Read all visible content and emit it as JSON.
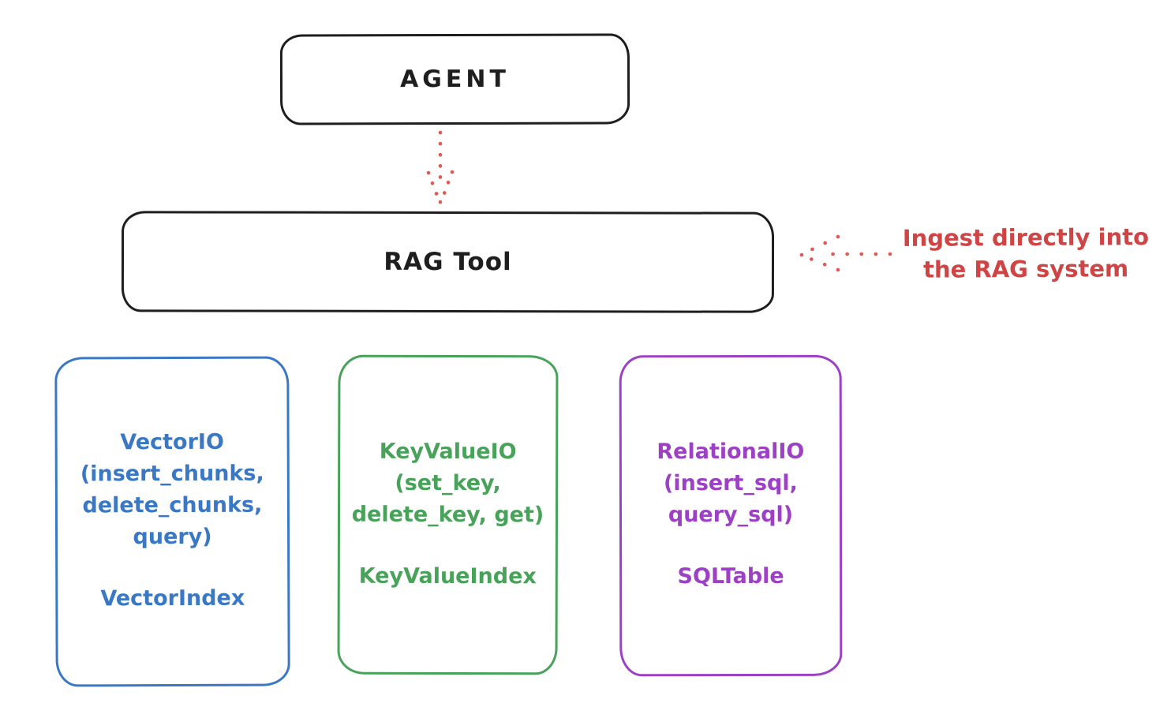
{
  "canvas": {
    "background": "#ffffff",
    "ink_color": "#1e1e1e",
    "red_text_color": "#cf4444",
    "red_arrow_color": "#dd5a55"
  },
  "agent_node": {
    "label": "AGENT"
  },
  "rag_tool_node": {
    "label": "RAG Tool"
  },
  "annotation": {
    "lines": [
      "Ingest directly into",
      "the RAG system"
    ],
    "color": "#cf4444"
  },
  "arrows": {
    "agent_to_rag": {
      "style": "dotted",
      "direction": "down",
      "color": "#dd5a55"
    },
    "ingest_to_rag": {
      "style": "dotted",
      "direction": "left",
      "color": "#dd5a55"
    }
  },
  "storage_boxes": [
    {
      "id": "vector-io",
      "color": "#3b78c4",
      "lines": [
        "VectorIO",
        "(insert_chunks,",
        "delete_chunks,",
        "query)"
      ],
      "index_label": "VectorIndex"
    },
    {
      "id": "keyvalue-io",
      "color": "#48a25a",
      "lines": [
        "KeyValueIO",
        "(set_key,",
        "delete_key, get)"
      ],
      "index_label": "KeyValueIndex"
    },
    {
      "id": "relational-io",
      "color": "#9d41c4",
      "lines": [
        "RelationalIO",
        "(insert_sql,",
        "query_sql)"
      ],
      "index_label": "SQLTable"
    }
  ]
}
